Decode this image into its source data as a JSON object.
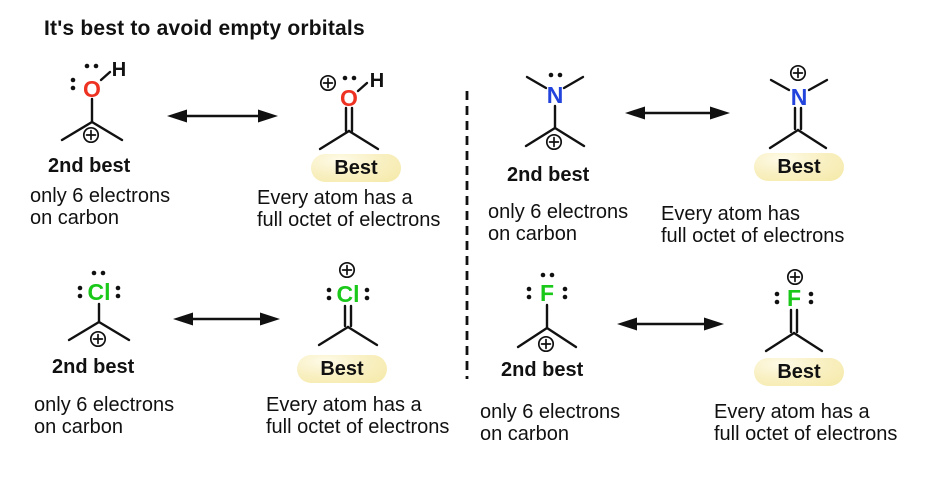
{
  "title": "It's best to avoid empty orbitals",
  "icons": {
    "charge": "circled-plus",
    "resonance_arrow": "double-headed-arrow",
    "divider": "vertical-dashed-line"
  },
  "highlight_color": "#f5e9a6",
  "panels": [
    {
      "name": "oxygen",
      "atom_symbol": "O",
      "atom_color": "#ee3222",
      "substituent_symbol": "H",
      "second_best_label": "2nd best",
      "best_label": "Best",
      "left_caption": [
        "only 6 electrons",
        "on carbon"
      ],
      "right_caption": [
        "Every atom has a",
        "full octet of electrons"
      ]
    },
    {
      "name": "nitrogen",
      "atom_symbol": "N",
      "atom_color": "#2244dd",
      "second_best_label": "2nd best",
      "best_label": "Best",
      "left_caption": [
        "only 6 electrons",
        "on carbon"
      ],
      "right_caption": [
        "Every atom has",
        "full octet of electrons"
      ]
    },
    {
      "name": "chlorine",
      "atom_symbol": "Cl",
      "atom_color": "#19c819",
      "second_best_label": "2nd best",
      "best_label": "Best",
      "left_caption": [
        "only 6 electrons",
        "on carbon"
      ],
      "right_caption": [
        "Every atom has a",
        "full octet of electrons"
      ]
    },
    {
      "name": "fluorine",
      "atom_symbol": "F",
      "atom_color": "#19c819",
      "second_best_label": "2nd best",
      "best_label": "Best",
      "left_caption": [
        "only 6 electrons",
        "on carbon"
      ],
      "right_caption": [
        "Every atom has a",
        "full octet of electrons"
      ]
    }
  ]
}
